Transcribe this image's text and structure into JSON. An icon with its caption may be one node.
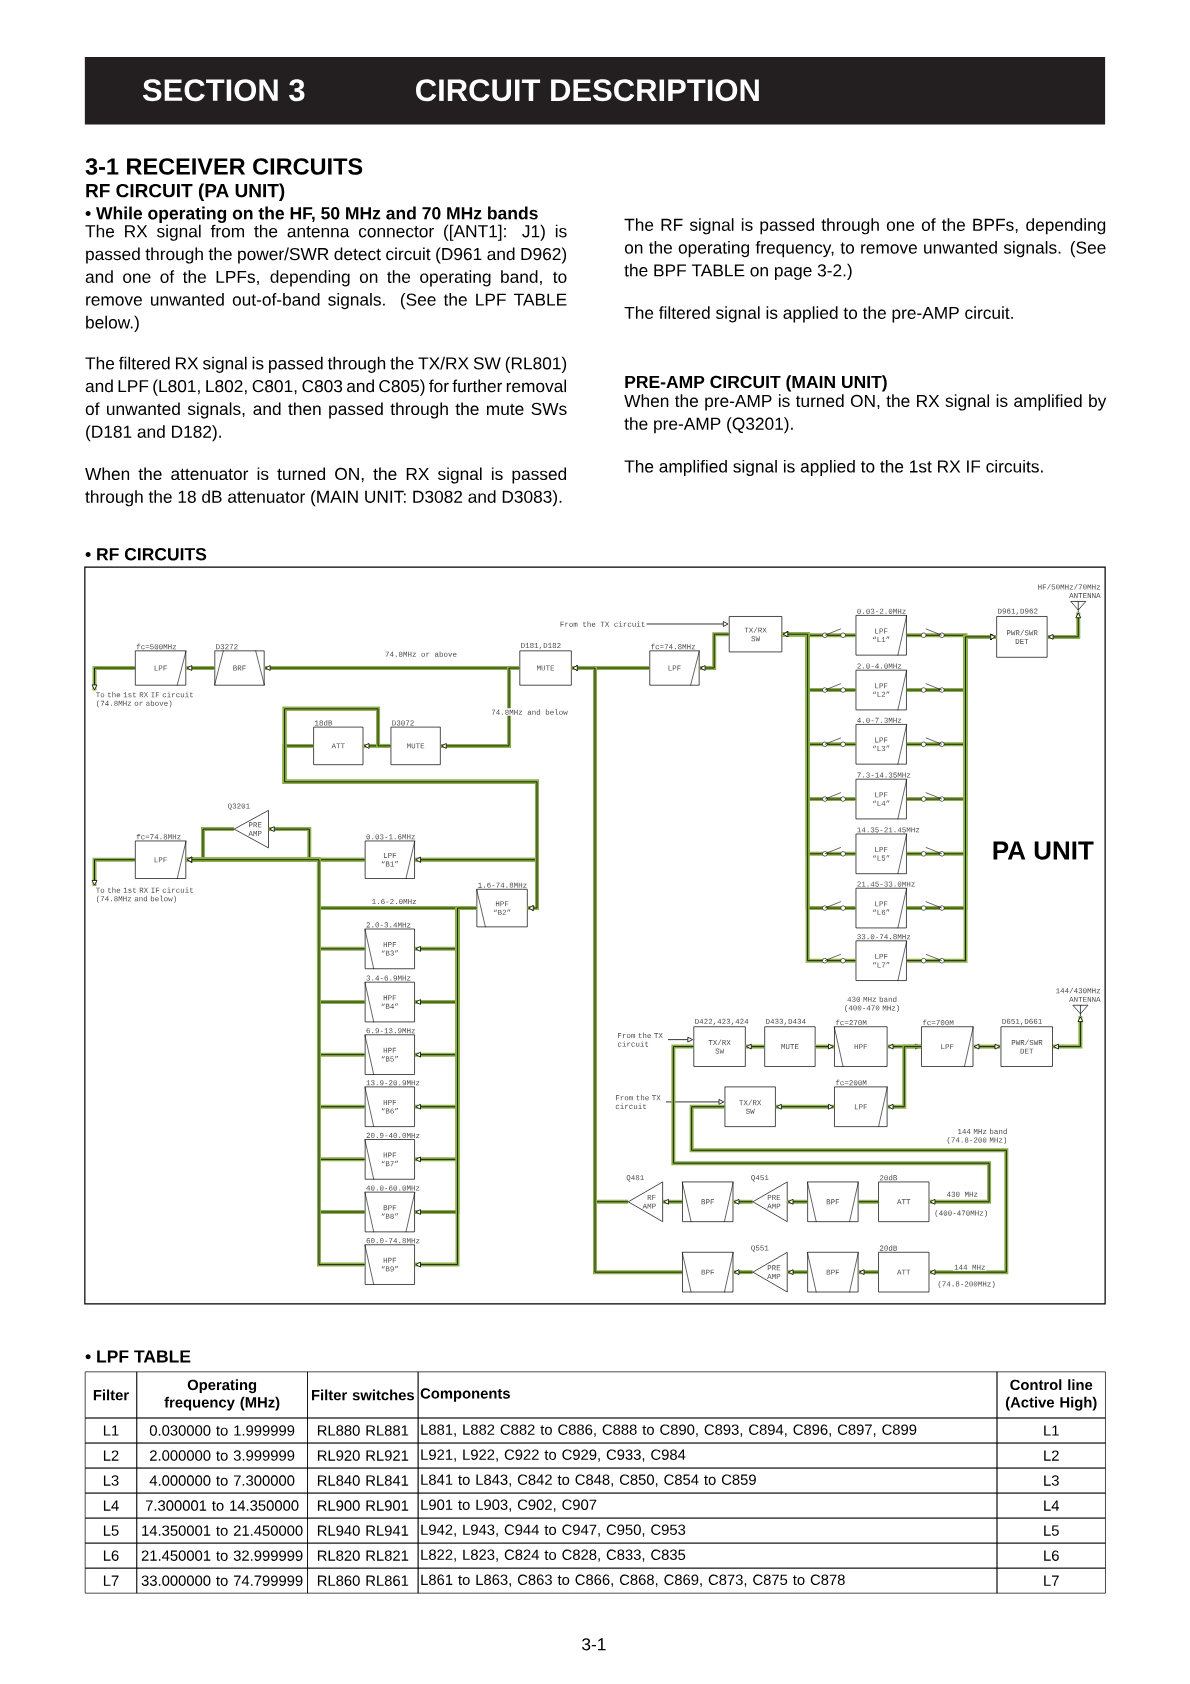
{
  "diagram": {
    "nodes": [
      {
        "text": [
          "LPF"
        ],
        "beside": [
          "fc=500MHz"
        ]
      },
      {
        "text": [
          "BRF"
        ],
        "beside": [
          "D3272"
        ]
      },
      {
        "text": [
          "MUTE"
        ],
        "beside": [
          "D181,D182"
        ]
      },
      {
        "text": [
          "LPF"
        ],
        "beside": [
          "fc=74.8MHz"
        ]
      },
      {
        "text": [
          "TX/RX SW"
        ]
      },
      {
        "text": [
          "LPF “L1”"
        ],
        "beside": [
          "0.03-2.0MHz"
        ]
      },
      {
        "text": [
          "LPF “L2”"
        ],
        "beside": [
          "2.0-4.0MHz"
        ]
      },
      {
        "text": [
          "LPF “L3”"
        ],
        "beside": [
          "4.0-7.3MHz"
        ]
      },
      {
        "text": [
          "LPF “L4”"
        ],
        "beside": [
          "7.3-14.35MHz"
        ]
      },
      {
        "text": [
          "LPF “L5”"
        ],
        "beside": [
          "14.35-21.45MHz"
        ]
      },
      {
        "text": [
          "LPF “L6”"
        ],
        "beside": [
          "21.45-33.0MHz"
        ]
      },
      {
        "text": [
          "LPF “L7”"
        ],
        "beside": [
          "33.0-74.8MHz"
        ]
      },
      {
        "text": [
          "PWR/SWR DET"
        ],
        "beside": [
          "D961,D962"
        ]
      },
      {
        "text": [
          "HF/50MHz/70MHz ANTENNA"
        ]
      },
      {
        "text": [
          "ATT"
        ],
        "beside": [
          "18dB"
        ]
      },
      {
        "text": [
          "MUTE"
        ],
        "beside": [
          "D3072"
        ]
      },
      {
        "text": [
          "PRE AMP"
        ],
        "beside": [
          "Q3201"
        ]
      },
      {
        "text": [
          "LPF"
        ],
        "beside": [
          "fc=74.8MHz"
        ]
      },
      {
        "text": [
          "LPF “B1”"
        ],
        "beside": [
          "0.03-1.6MHz"
        ]
      },
      {
        "text": [
          "HPF “B2”"
        ],
        "beside": [
          "1.6-74.8MHz"
        ]
      },
      {
        "text": [
          "HPF “B3”"
        ],
        "beside": [
          "2.0-3.4MHz"
        ]
      },
      {
        "text": [
          "HPF “B4”"
        ],
        "beside": [
          "3.4-6.9MHz"
        ]
      },
      {
        "text": [
          "HPF “B5”"
        ],
        "beside": [
          "6.9-13.9MHz"
        ]
      },
      {
        "text": [
          "HPF “B6”"
        ],
        "beside": [
          "13.9-20.9MHz"
        ]
      },
      {
        "text": [
          "HPF “B7”"
        ],
        "beside": [
          "20.9-40.0MHz"
        ]
      },
      {
        "text": [
          "BPF “B8”"
        ],
        "beside": [
          "40.0-60.0MHz"
        ]
      },
      {
        "text": [
          "HPF “B9”"
        ],
        "beside": [
          "60.0-74.8MHz"
        ]
      },
      {
        "text": [
          "TX/RX SW"
        ],
        "beside": [
          "D422,423,424"
        ]
      },
      {
        "text": [
          "MUTE"
        ],
        "beside": [
          "D433,D434"
        ]
      },
      {
        "text": [
          "HPF"
        ],
        "beside": [
          "fc=270M"
        ]
      },
      {
        "text": [
          "LPF"
        ],
        "beside": [
          "fc=700M"
        ]
      },
      {
        "text": [
          "PWR/SWR DET"
        ],
        "beside": [
          "D651,D661"
        ]
      },
      {
        "text": [
          "144/430MHz ANTENNA"
        ]
      },
      {
        "text": [
          "TX/RX SW"
        ]
      },
      {
        "text": [
          "LPF"
        ],
        "beside": [
          "fc=200M"
        ]
      },
      {
        "text": [
          "RF AMP"
        ],
        "beside": [
          "Q481"
        ]
      },
      {
        "text": [
          "BPF"
        ]
      },
      {
        "text": [
          "PRE AMP"
        ],
        "beside": [
          "Q451"
        ]
      },
      {
        "text": [
          "BPF"
        ]
      },
      {
        "text": [
          "ATT"
        ],
        "beside": [
          "20dB"
        ]
      },
      {
        "text": [
          "BPF"
        ]
      },
      {
        "text": [
          "PRE AMP"
        ],
        "beside": [
          "Q551"
        ]
      },
      {
        "text": [
          "BPF"
        ]
      },
      {
        "text": [
          "ATT"
        ],
        "beside": [
          "20dB"
        ]
      },
      {
        "text": [
          "From the TX circuit"
        ]
      },
      {
        "text": [
          "From the TX circuit"
        ]
      },
      {
        "text": [
          "From the TX circuit"
        ]
      },
      {
        "text": [
          "To the 1st RX IF circuit (74.8MHz or above)"
        ]
      },
      {
        "text": [
          "To the 1st RX IF circuit (74.8MHz and below)"
        ]
      }
    ],
    "edges": [
      {
        "from": 13,
        "to": 12,
        "arrow": "both"
      },
      {
        "from": 5,
        "to": 12,
        "arrow": "to"
      },
      {
        "from": 6,
        "to": 12,
        "arrow": "to"
      },
      {
        "from": 7,
        "to": 12,
        "arrow": "to"
      },
      {
        "from": 8,
        "to": 12,
        "arrow": "to"
      },
      {
        "from": 9,
        "to": 12,
        "arrow": "to"
      },
      {
        "from": 10,
        "to": 12,
        "arrow": "to"
      },
      {
        "from": 11,
        "to": 12,
        "arrow": "to"
      },
      {
        "from": 5,
        "to": 4,
        "arrow": "to"
      },
      {
        "from": 6,
        "to": 4,
        "arrow": "to"
      },
      {
        "from": 7,
        "to": 4,
        "arrow": "to"
      },
      {
        "from": 8,
        "to": 4,
        "arrow": "to"
      },
      {
        "from": 9,
        "to": 4,
        "arrow": "to"
      },
      {
        "from": 10,
        "to": 4,
        "arrow": "to"
      },
      {
        "from": 11,
        "to": 4,
        "arrow": "to"
      },
      {
        "from": 44,
        "to": 4,
        "arrow": "to",
        "color": "#000000"
      },
      {
        "from": 4,
        "to": 3,
        "arrow": "to"
      },
      {
        "from": 3,
        "to": 2,
        "arrow": "to"
      },
      {
        "from": 35,
        "to": 2,
        "arrow": "to"
      },
      {
        "from": 40,
        "to": 2,
        "arrow": "to"
      },
      {
        "from": 2,
        "to": 1,
        "arrow": "to",
        "label": "74.8MHz or above"
      },
      {
        "from": 1,
        "to": 0,
        "arrow": "to"
      },
      {
        "from": 0,
        "to": 47,
        "arrow": "to"
      },
      {
        "from": 2,
        "to": 15,
        "arrow": "to",
        "label": "74.8MHz and below"
      },
      {
        "from": 15,
        "to": 14,
        "arrow": "to"
      },
      {
        "from": 14,
        "to": 18,
        "arrow": "to"
      },
      {
        "from": 14,
        "to": 19,
        "arrow": "to"
      },
      {
        "from": 15,
        "to": 18,
        "arrow": "to"
      },
      {
        "from": 15,
        "to": 19,
        "arrow": "to"
      },
      {
        "from": 18,
        "to": 17,
        "arrow": "to"
      },
      {
        "from": 18,
        "to": 16,
        "arrow": "to"
      },
      {
        "from": 16,
        "to": 17,
        "arrow": "to"
      },
      {
        "from": 19,
        "to": 20,
        "arrow": "to"
      },
      {
        "from": 19,
        "to": 21,
        "arrow": "to"
      },
      {
        "from": 19,
        "to": 22,
        "arrow": "to"
      },
      {
        "from": 19,
        "to": 23,
        "arrow": "to"
      },
      {
        "from": 19,
        "to": 24,
        "arrow": "to"
      },
      {
        "from": 19,
        "to": 25,
        "arrow": "to"
      },
      {
        "from": 19,
        "to": 26,
        "arrow": "to"
      },
      {
        "from": 20,
        "to": 17,
        "arrow": "to"
      },
      {
        "from": 21,
        "to": 17,
        "arrow": "to"
      },
      {
        "from": 22,
        "to": 17,
        "arrow": "to"
      },
      {
        "from": 23,
        "to": 17,
        "arrow": "to"
      },
      {
        "from": 24,
        "to": 17,
        "arrow": "to"
      },
      {
        "from": 25,
        "to": 17,
        "arrow": "to"
      },
      {
        "from": 26,
        "to": 17,
        "arrow": "to"
      },
      {
        "from": 32,
        "to": 31,
        "arrow": "both"
      },
      {
        "from": 31,
        "to": 30,
        "arrow": "both"
      },
      {
        "from": 30,
        "to": 29,
        "arrow": "both"
      },
      {
        "from": 30,
        "to": 34,
        "arrow": "to"
      },
      {
        "from": 28,
        "to": 29,
        "arrow": "to"
      },
      {
        "from": 28,
        "to": 27,
        "arrow": "to"
      },
      {
        "from": 34,
        "to": 33,
        "arrow": "both"
      },
      {
        "from": 45,
        "to": 27,
        "arrow": "to",
        "color": "#000000"
      },
      {
        "from": 46,
        "to": 33,
        "arrow": "to",
        "color": "#000000"
      },
      {
        "from": 27,
        "to": 39,
        "arrow": "to",
        "label": "430 MHz"
      },
      {
        "from": 33,
        "to": 43,
        "arrow": "to",
        "label": "144 MHz"
      },
      {
        "from": 39,
        "to": 38,
        "arrow": "none"
      },
      {
        "from": 38,
        "to": 37,
        "arrow": "to"
      },
      {
        "from": 37,
        "to": 36,
        "arrow": "to"
      },
      {
        "from": 36,
        "to": 35,
        "arrow": "to"
      },
      {
        "from": 43,
        "to": 42,
        "arrow": "to"
      },
      {
        "from": 42,
        "to": 41,
        "arrow": "to"
      },
      {
        "from": 41,
        "to": 40,
        "arrow": "to"
      },
      {
        "from": 17,
        "to": 48,
        "arrow": "to"
      }
    ],
    "labels": [
      "SECTION 3",
      "CIRCUIT DESCRIPTION",
      "3-1 RECEIVER CIRCUITS",
      "RF CIRCUIT (PA UNIT)",
      "• While operating on the HF, 50 MHz and 70 MHz bands",
      "The RX signal from the antenna connector ([ANT1]: J1) is passed through the power/SWR detect circuit (D961 and D962) and one of the LPFs, depending on the operating band, to remove unwanted out-of-band signals. (See the LPF TABLE below.)",
      "The filtered RX signal is passed through the TX/RX SW (RL801) and LPF (L801, L802, C801, C803 and C805) for further removal of unwanted signals, and then passed through the mute SWs (D181 and D182).",
      "When the attenuator is turned ON, the RX signal is passed through the 18 dB attenuator (MAIN UNIT: D3082 and D3083).",
      "The RF signal is passed through one of the BPFs, depending on the operating frequency, to remove unwanted signals. (See the BPF TABLE on page 3-2.)",
      "The filtered signal is applied to the pre-AMP circuit.",
      "PRE-AMP CIRCUIT (MAIN UNIT)",
      "When the pre-AMP is turned ON, the RX signal is amplified by the pre-AMP (Q3201).",
      "The amplified signal is applied to the 1st RX IF circuits.",
      "• RF CIRCUITS",
      "1.6-2.0MHz",
      "PA UNIT",
      "430 MHz band (400-470 MHz)",
      "144 MHz band (74.8-200 MHz)",
      "(400-470MHz)",
      "(74.8-200MHz)",
      "• LPF TABLE",
      "Filter",
      "Operating frequency (MHz)",
      "Filter switches",
      "Components",
      "Control line (Active High)",
      "L1",
      "0.030000 to 1.999999",
      "RL880 RL881",
      "L881, L882 C882 to C886, C888 to C890, C893, C894, C896, C897, C899",
      "L1",
      "L2",
      "2.000000 to 3.999999",
      "RL920 RL921",
      "L921, L922, C922 to C929, C933, C984",
      "L2",
      "L3",
      "4.000000 to 7.300000",
      "RL840 RL841",
      "L841 to L843, C842 to C848, C850, C854 to C859",
      "L3",
      "L4",
      "7.300001 to 14.350000",
      "RL900 RL901",
      "L901 to L903, C902, C907",
      "L4",
      "L5",
      "14.350001 to 21.450000",
      "RL940 RL941",
      "L942, L943, C944 to C947, C950, C953",
      "L5",
      "L6",
      "21.450001 to 32.999999",
      "RL820 RL821",
      "L822, L823, C824 to C828, C833, C835",
      "L6",
      "L7",
      "33.000000 to 74.799999",
      "RL860 RL861",
      "L861 to L863, C863 to C866, C868, C869, C873, C875 to C878",
      "L7",
      "3-1"
    ]
  }
}
